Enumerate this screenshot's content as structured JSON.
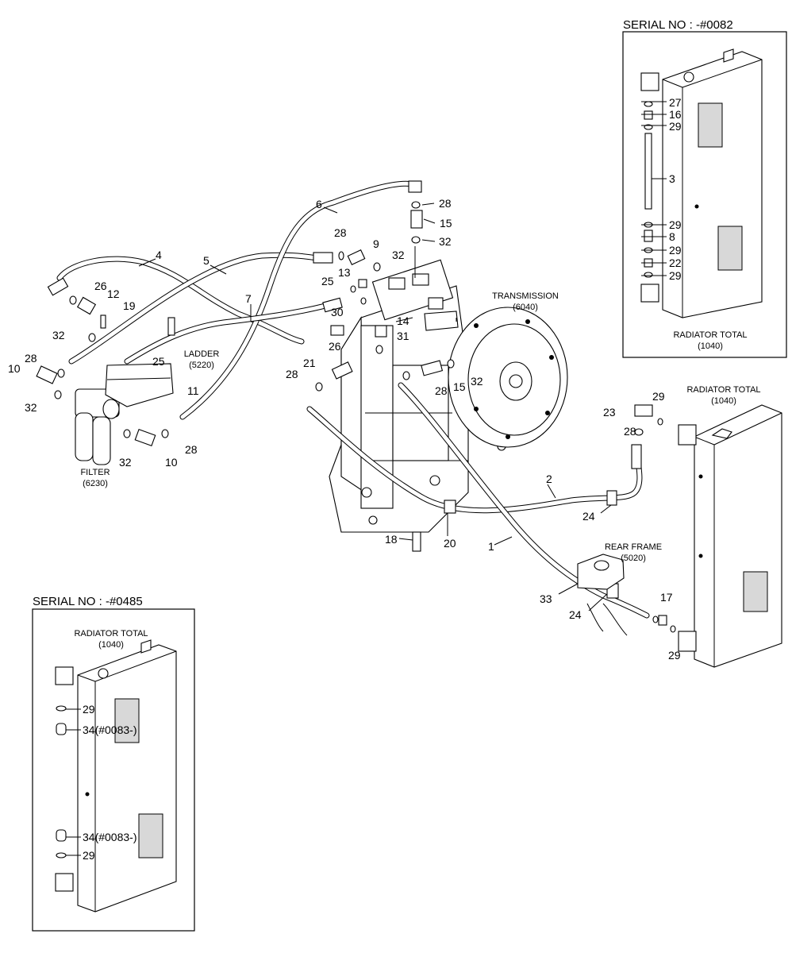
{
  "serial_top": "SERIAL NO : -#0082",
  "serial_bottom": "SERIAL NO : -#0485",
  "captions": {
    "transmission": [
      "TRANSMISSION",
      "(6040)"
    ],
    "ladder": [
      "LADDER",
      "(5220)"
    ],
    "filter": [
      "FILTER",
      "(6230)"
    ],
    "rear_frame": [
      "REAR FRAME",
      "(5020)"
    ],
    "radiator_right": [
      "RADIATOR TOTAL",
      "(1040)"
    ],
    "radiator_top": [
      "RADIATOR TOTAL",
      "(1040)"
    ],
    "radiator_bottom": [
      "RADIATOR TOTAL",
      "(1040)"
    ]
  },
  "callouts_main": [
    "1",
    "2",
    "4",
    "5",
    "6",
    "7",
    "9",
    "10",
    "10",
    "11",
    "12",
    "13",
    "14",
    "15",
    "15",
    "17",
    "18",
    "19",
    "20",
    "21",
    "23",
    "24",
    "24",
    "25",
    "25",
    "26",
    "26",
    "28",
    "28",
    "28",
    "28",
    "28",
    "28",
    "28",
    "29",
    "29",
    "30",
    "31",
    "32",
    "32",
    "32",
    "32",
    "32",
    "32",
    "33"
  ],
  "callouts_top_inset": [
    "27",
    "16",
    "29",
    "3",
    "29",
    "8",
    "29",
    "22",
    "29"
  ],
  "callouts_bottom_inset": [
    "29",
    "34(#0083-)",
    "34(#0083-)",
    "29"
  ]
}
